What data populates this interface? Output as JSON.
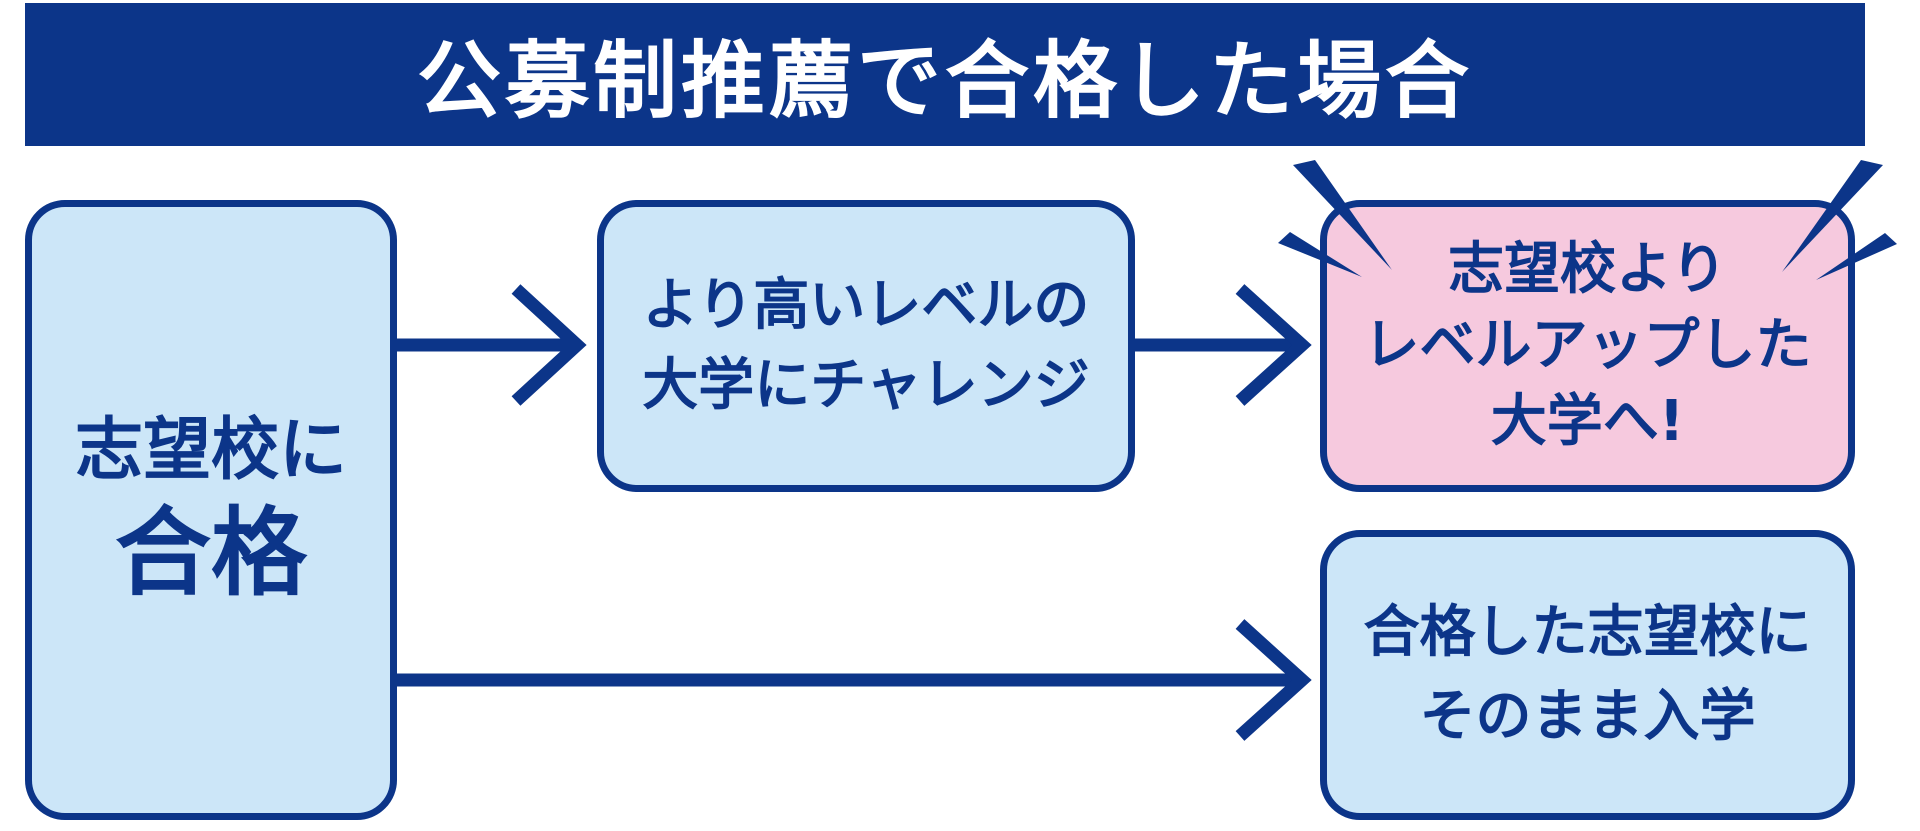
{
  "title": "公募制推薦で合格した場合",
  "boxes": {
    "left": {
      "line1": "志望校に",
      "line2": "合格"
    },
    "middle": {
      "line1": "より高いレベルの",
      "line2": "大学にチャレンジ"
    },
    "highlight": {
      "line1": "志望校より",
      "line2": "レベルアップした",
      "line3": "大学へ!"
    },
    "bottom_right": {
      "line1": "合格した志望校に",
      "line2": "そのまま入学"
    }
  },
  "colors": {
    "navy": "#0c3589",
    "light_blue": "#cce6f8",
    "pink": "#f6c9de"
  }
}
